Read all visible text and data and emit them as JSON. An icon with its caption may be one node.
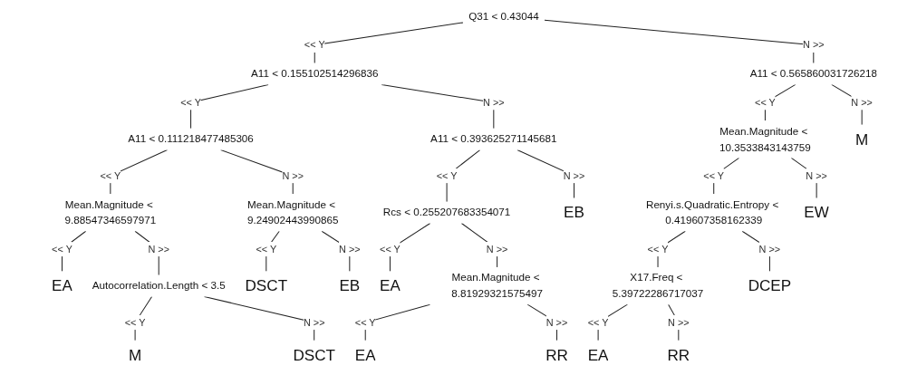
{
  "diagram": {
    "nodes": [
      {
        "text": [
          "Q31 < 0.43044"
        ]
      },
      {
        "text": [
          "A11 < 0.155102514296836"
        ]
      },
      {
        "text": [
          "A11 < 0.565860031726218"
        ]
      },
      {
        "text": [
          "A11 < 0.111218477485306"
        ]
      },
      {
        "text": [
          "A11 < 0.393625271145681"
        ]
      },
      {
        "text": [
          "Mean.Magnitude < 10.3533843143759"
        ]
      },
      {
        "text": [
          "M"
        ]
      },
      {
        "text": [
          "Mean.Magnitude < 9.88547346597971"
        ]
      },
      {
        "text": [
          "Mean.Magnitude < 9.24902443990865"
        ]
      },
      {
        "text": [
          "Rcs < 0.255207683354071"
        ]
      },
      {
        "text": [
          "EB"
        ]
      },
      {
        "text": [
          "Renyi.s.Quadratic.Entropy < 0.419607358162339"
        ]
      },
      {
        "text": [
          "EW"
        ]
      },
      {
        "text": [
          "EA"
        ]
      },
      {
        "text": [
          "Autocorrelation.Length < 3.5"
        ]
      },
      {
        "text": [
          "DSCT"
        ]
      },
      {
        "text": [
          "EB"
        ]
      },
      {
        "text": [
          "EA"
        ]
      },
      {
        "text": [
          "Mean.Magnitude < 8.81929321575497"
        ]
      },
      {
        "text": [
          "X17.Freq < 5.39722286717037"
        ]
      },
      {
        "text": [
          "DCEP"
        ]
      },
      {
        "text": [
          "M"
        ]
      },
      {
        "text": [
          "DSCT"
        ]
      },
      {
        "text": [
          "EA"
        ]
      },
      {
        "text": [
          "RR"
        ]
      },
      {
        "text": [
          "EA"
        ]
      },
      {
        "text": [
          "RR"
        ]
      }
    ],
    "edges": [
      {
        "from": 0,
        "to": 1,
        "arrow": "none",
        "label": "<< Y"
      },
      {
        "from": 0,
        "to": 2,
        "arrow": "none",
        "label": "N >>"
      },
      {
        "from": 1,
        "to": 3,
        "arrow": "none",
        "label": "<< Y"
      },
      {
        "from": 1,
        "to": 4,
        "arrow": "none",
        "label": "N >>"
      },
      {
        "from": 2,
        "to": 5,
        "arrow": "none",
        "label": "<< Y"
      },
      {
        "from": 2,
        "to": 6,
        "arrow": "none",
        "label": "N >>"
      },
      {
        "from": 3,
        "to": 7,
        "arrow": "none",
        "label": "<< Y"
      },
      {
        "from": 3,
        "to": 8,
        "arrow": "none",
        "label": "N >>"
      },
      {
        "from": 4,
        "to": 9,
        "arrow": "none",
        "label": "<< Y"
      },
      {
        "from": 4,
        "to": 10,
        "arrow": "none",
        "label": "N >>"
      },
      {
        "from": 5,
        "to": 11,
        "arrow": "none",
        "label": "<< Y"
      },
      {
        "from": 5,
        "to": 12,
        "arrow": "none",
        "label": "N >>"
      },
      {
        "from": 7,
        "to": 13,
        "arrow": "none",
        "label": "<< Y"
      },
      {
        "from": 7,
        "to": 14,
        "arrow": "none",
        "label": "N >>"
      },
      {
        "from": 8,
        "to": 15,
        "arrow": "none",
        "label": "<< Y"
      },
      {
        "from": 8,
        "to": 16,
        "arrow": "none",
        "label": "N >>"
      },
      {
        "from": 9,
        "to": 17,
        "arrow": "none",
        "label": "<< Y"
      },
      {
        "from": 9,
        "to": 18,
        "arrow": "none",
        "label": "N >>"
      },
      {
        "from": 11,
        "to": 19,
        "arrow": "none",
        "label": "<< Y"
      },
      {
        "from": 11,
        "to": 20,
        "arrow": "none",
        "label": "N >>"
      },
      {
        "from": 14,
        "to": 21,
        "arrow": "none",
        "label": "<< Y"
      },
      {
        "from": 14,
        "to": 22,
        "arrow": "none",
        "label": "N >>"
      },
      {
        "from": 18,
        "to": 23,
        "arrow": "none",
        "label": "<< Y"
      },
      {
        "from": 18,
        "to": 24,
        "arrow": "none",
        "label": "N >>"
      },
      {
        "from": 19,
        "to": 25,
        "arrow": "none",
        "label": "<< Y"
      },
      {
        "from": 19,
        "to": 26,
        "arrow": "none",
        "label": "N >>"
      }
    ]
  }
}
